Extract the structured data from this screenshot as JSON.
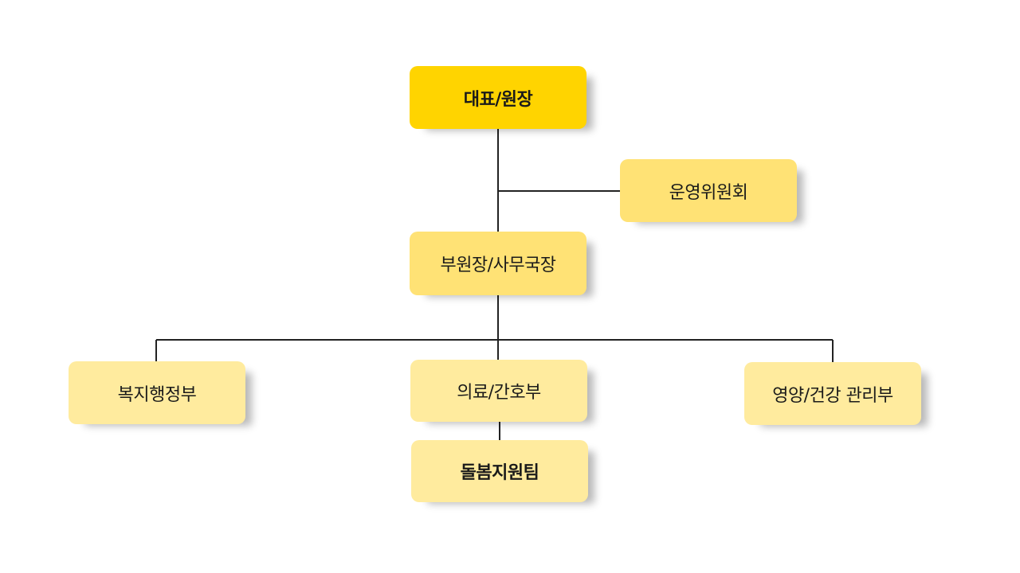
{
  "colors": {
    "primary_fill": "#FFD400",
    "secondary_fill": "#FFE275",
    "light_fill": "#FFEB9E",
    "connector": "#222222"
  },
  "nodes": {
    "ceo": {
      "label": "대표/원장"
    },
    "committee": {
      "label": "운영위원회"
    },
    "deputy": {
      "label": "부원장/사무국장"
    },
    "welfare": {
      "label": "복지행정부"
    },
    "medical": {
      "label": "의료/간호부"
    },
    "nutrition": {
      "label": "영양/건강 관리부"
    },
    "care_team": {
      "label": "돌봄지원팀"
    }
  }
}
